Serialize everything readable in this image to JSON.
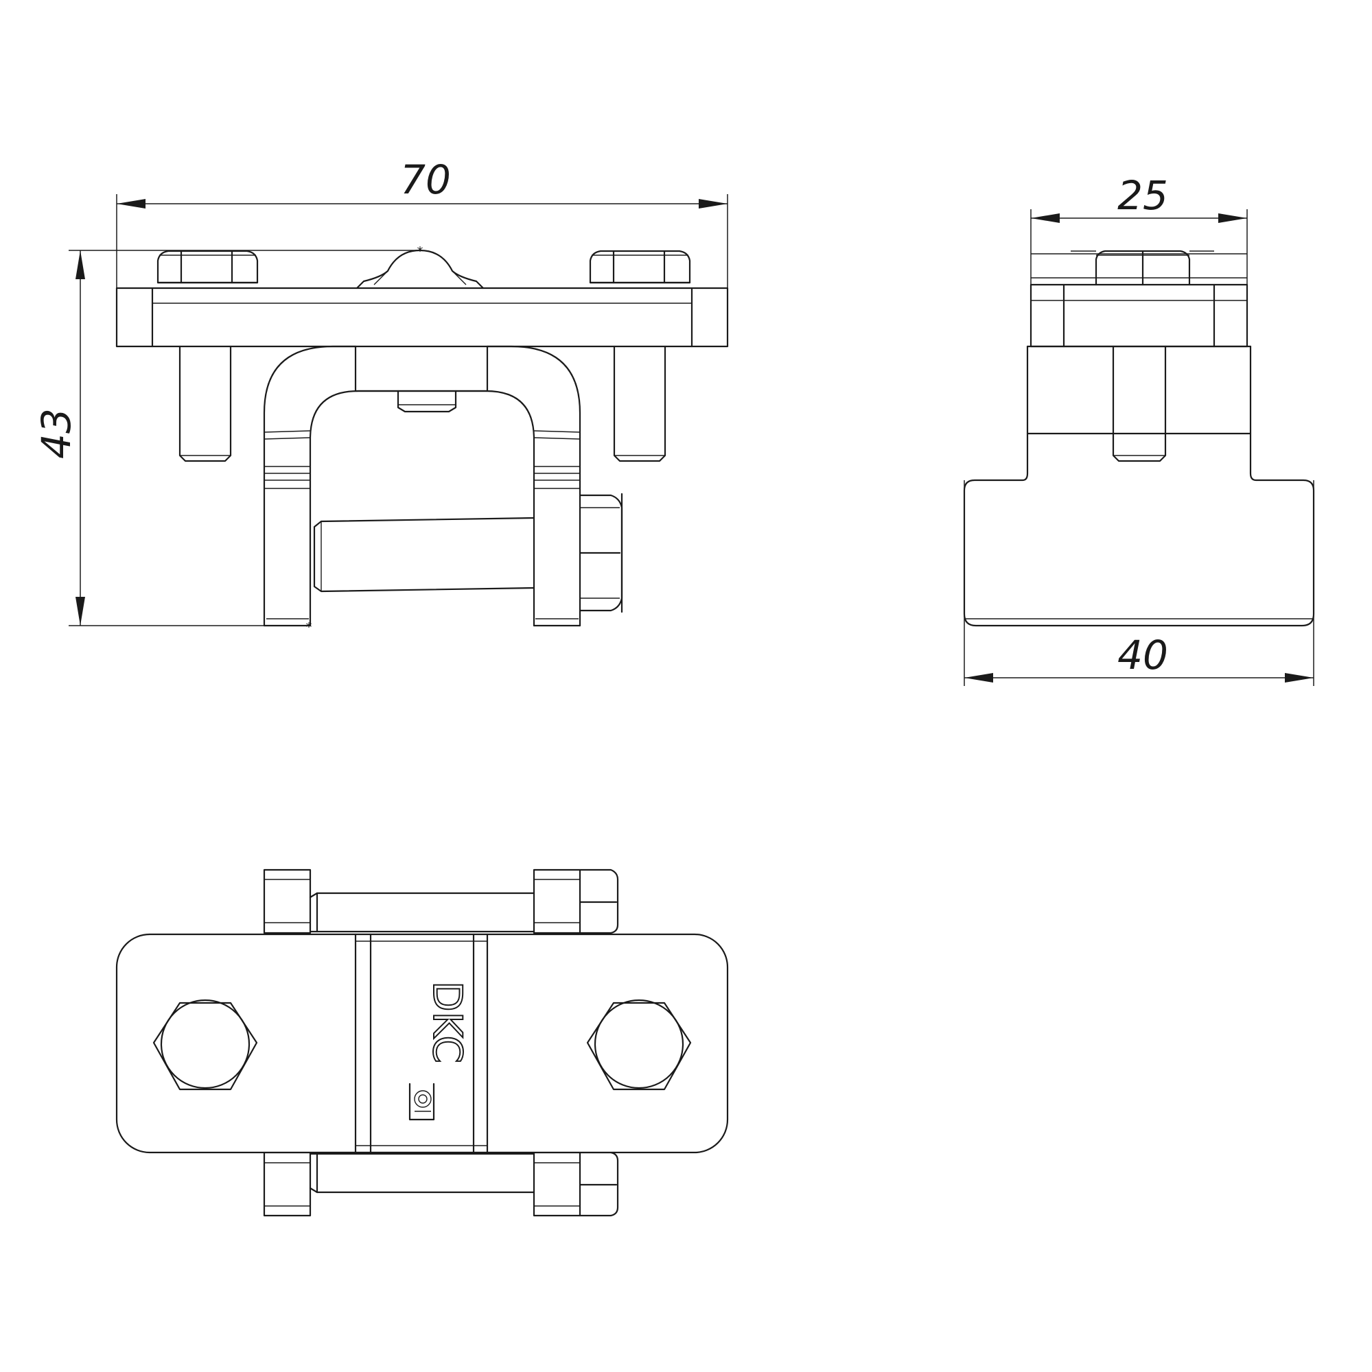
{
  "dimensions": {
    "width_front": "70",
    "height_front": "43",
    "width_side_top": "25",
    "width_side_bottom": "40"
  },
  "logo": {
    "text": "DKC",
    "icon": "dkc-logo-icon"
  },
  "colors": {
    "line": "#1a1a1a",
    "background": "#ffffff"
  }
}
